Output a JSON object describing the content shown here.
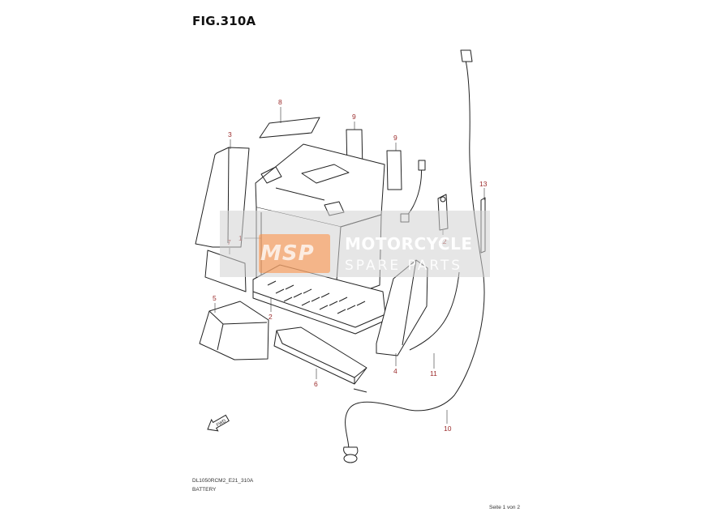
{
  "figure": {
    "title": "FIG.310A"
  },
  "callouts": [
    "8",
    "9",
    "9",
    "3",
    "13",
    "1",
    "7",
    "12",
    "5",
    "2",
    "4",
    "11",
    "6",
    "10"
  ],
  "watermark": {
    "logo": "MSP",
    "title": "MOTORCYCLE",
    "subtitle": "SPARE PARTS"
  },
  "footer": {
    "code": "DL1050RCM2_E21_310A",
    "section": "BATTERY",
    "page": "Seite 1 von 2"
  },
  "fwd_label": "FWD",
  "colors": {
    "callout": "#9b2b2b",
    "line": "#222222",
    "watermark": "#d2d2d2",
    "logo": "#ff8c3c"
  }
}
